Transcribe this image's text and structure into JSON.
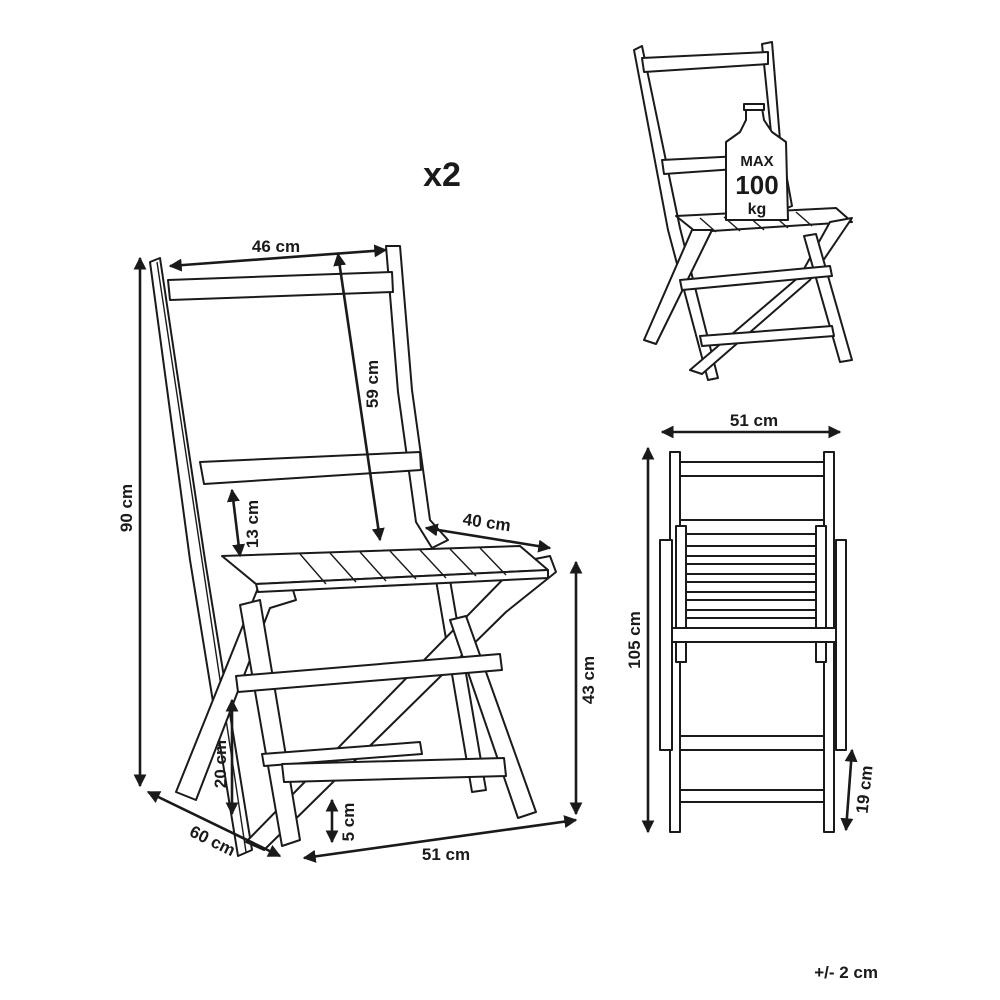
{
  "quantity": "x2",
  "dimensions": {
    "backrest_width": "46 cm",
    "backrest_height": "59 cm",
    "total_height": "90 cm",
    "armrest_gap": "13 cm",
    "seat_depth": "40 cm",
    "seat_height": "43 cm",
    "crossbar_height": "20 cm",
    "foot_bar_height": "5 cm",
    "depth": "60 cm",
    "width_front": "51 cm",
    "folded_width": "51 cm",
    "folded_height": "105 cm",
    "folded_thickness": "19 cm"
  },
  "weight_badge": {
    "line1": "MAX",
    "line2": "100",
    "line3": "kg"
  },
  "tolerance": "+/- 2 cm",
  "colors": {
    "line": "#1a1a1a",
    "background": "#ffffff"
  }
}
